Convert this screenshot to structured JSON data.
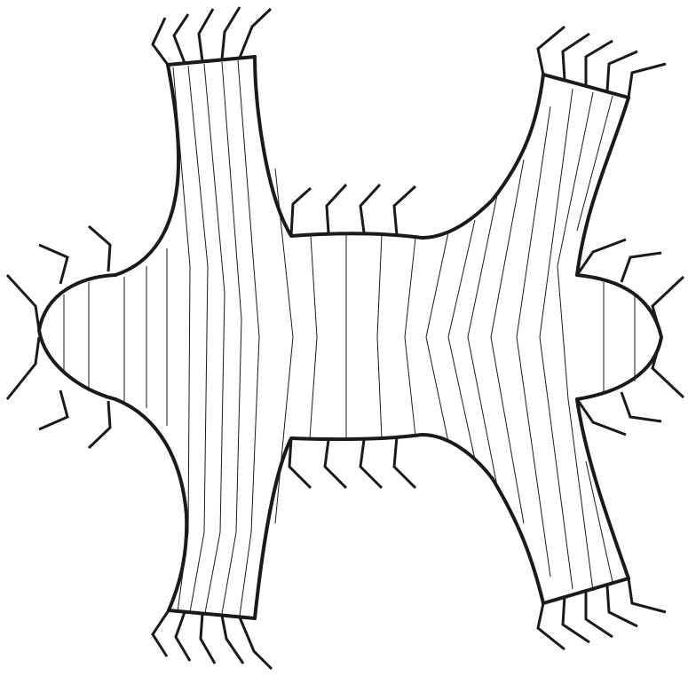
{
  "figure": {
    "background": "#ffffff",
    "line_color": "#1a1a1a",
    "parts": [
      "left-head",
      "left-arm-top",
      "left-arm-bottom",
      "center-body",
      "right-arm-top",
      "right-arm-bottom",
      "right-head"
    ]
  }
}
